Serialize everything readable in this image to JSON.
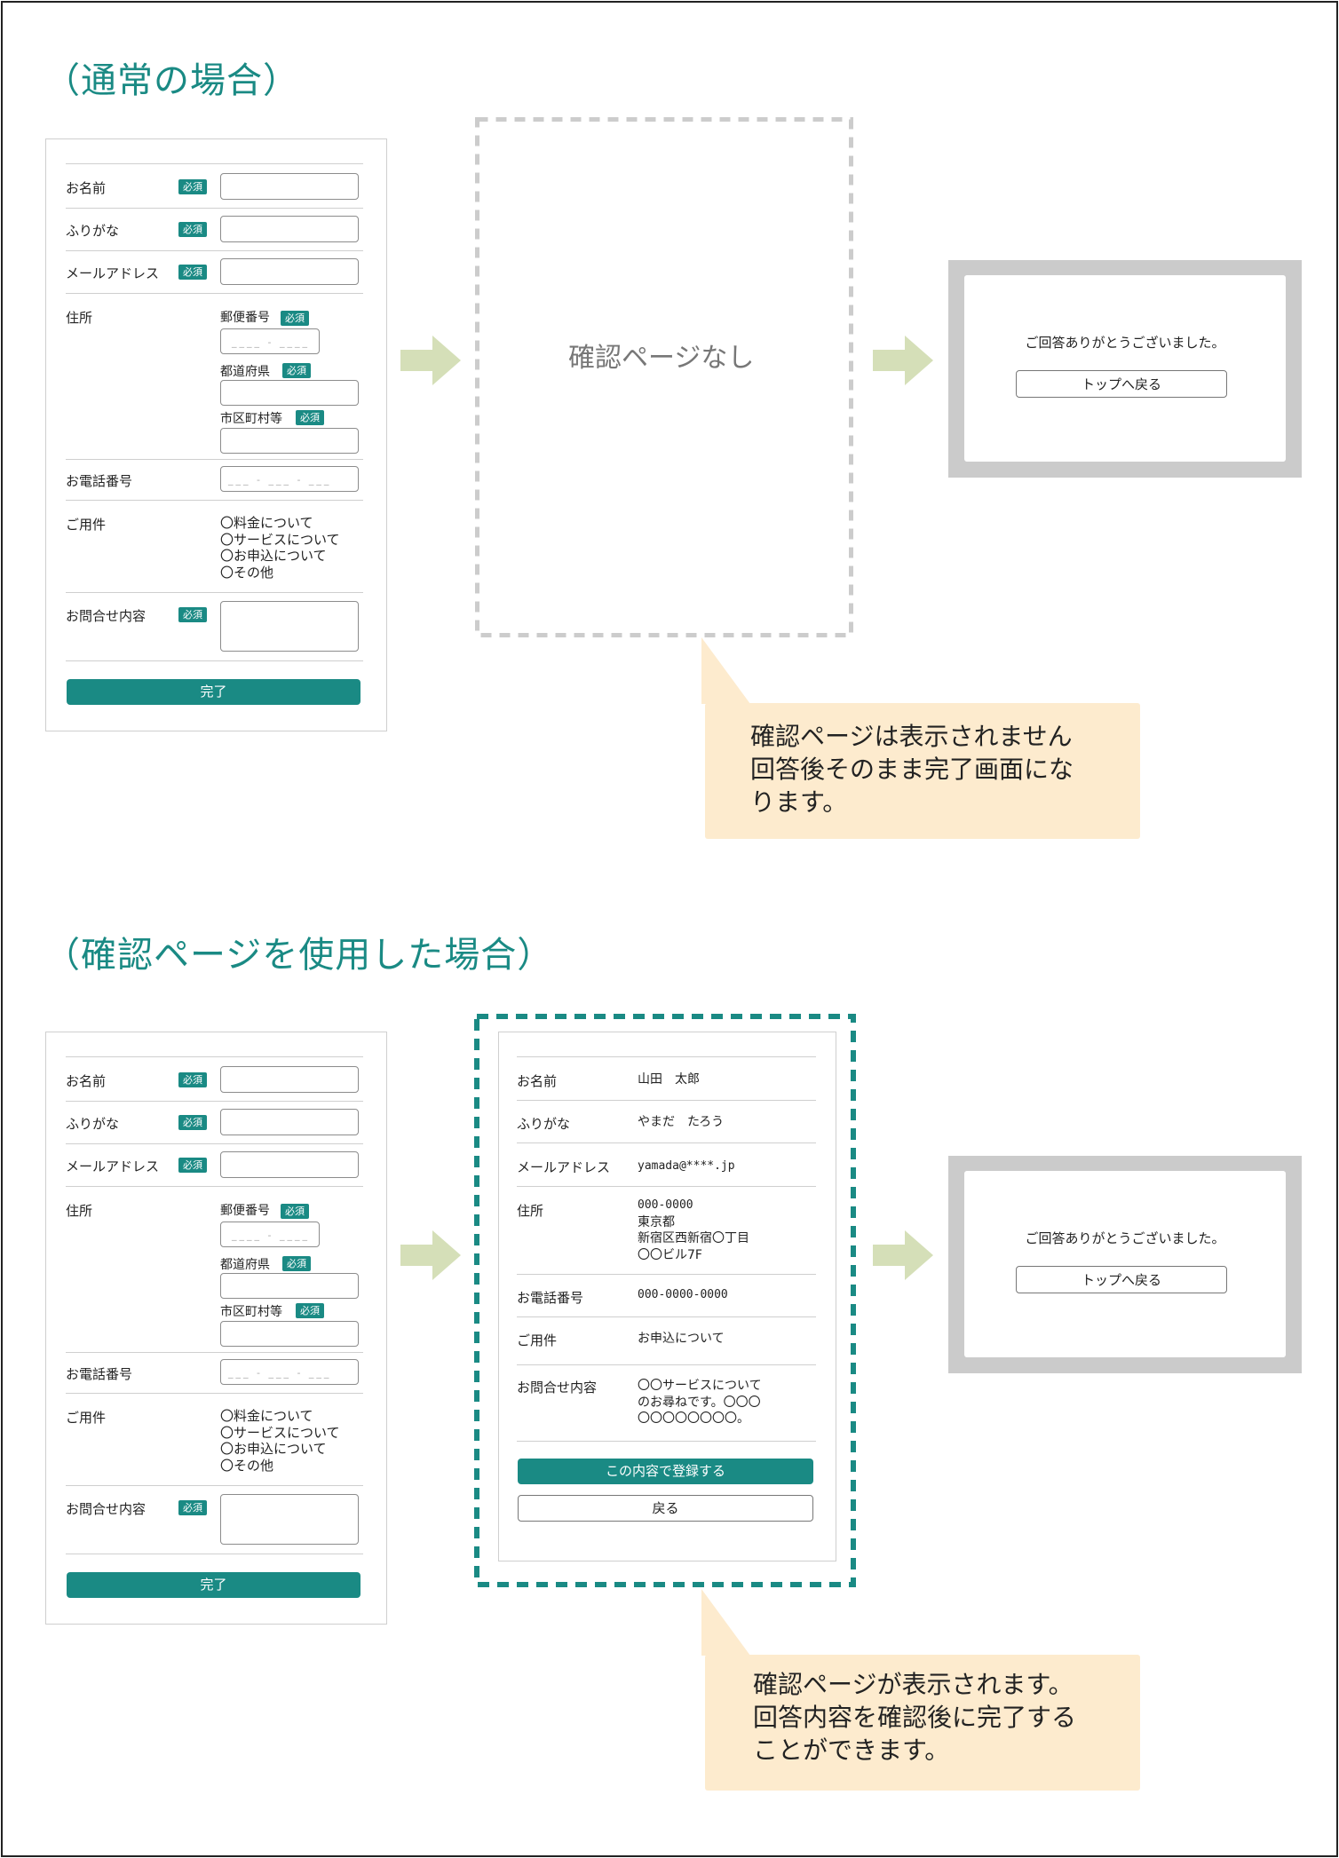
{
  "section1": {
    "title": "（通常の場合）"
  },
  "section2": {
    "title": "（確認ページを使用した場合）"
  },
  "form": {
    "required": "必須",
    "name_label": "お名前",
    "furigana_label": "ふりがな",
    "email_label": "メールアドレス",
    "address_label": "住所",
    "postal_label": "郵便番号",
    "prefecture_label": "都道府県",
    "city_label": "市区町村等",
    "phone_label": "お電話番号",
    "subject_label": "ご用件",
    "subject_options": [
      "〇料金について",
      "〇サービスについて",
      "〇お申込について",
      "〇その他"
    ],
    "inquiry_label": "お問合せ内容",
    "submit_label": "完了"
  },
  "no_confirm": {
    "text": "確認ページなし"
  },
  "callout1": {
    "lines": [
      "確認ページは表示されません",
      "回答後そのまま完了画面にな",
      "ります。"
    ]
  },
  "callout2": {
    "lines": [
      "確認ページが表示されます。",
      "回答内容を確認後に完了する",
      "ことができます。"
    ]
  },
  "thanks": {
    "message": "ご回答ありがとうございました。",
    "button": "トップへ戻る"
  },
  "confirm": {
    "name": "山田　太郎",
    "furigana": "やまだ　たろう",
    "email": "yamada@****.jp",
    "address": [
      "000-0000",
      "東京都",
      "新宿区西新宿〇丁目",
      "〇〇ビル7F"
    ],
    "phone": "000-0000-0000",
    "subject": "お申込について",
    "inquiry": [
      "〇〇サービスについて",
      "のお尋ねです。〇〇〇",
      "〇〇〇〇〇〇〇〇。"
    ],
    "register_button": "この内容で登録する",
    "back_button": "戻る"
  },
  "colors": {
    "accent": "#1a8a84",
    "arrow": "#d5dfb8",
    "callout": "#fdebce",
    "frame_gray": "#cbcbcb"
  }
}
